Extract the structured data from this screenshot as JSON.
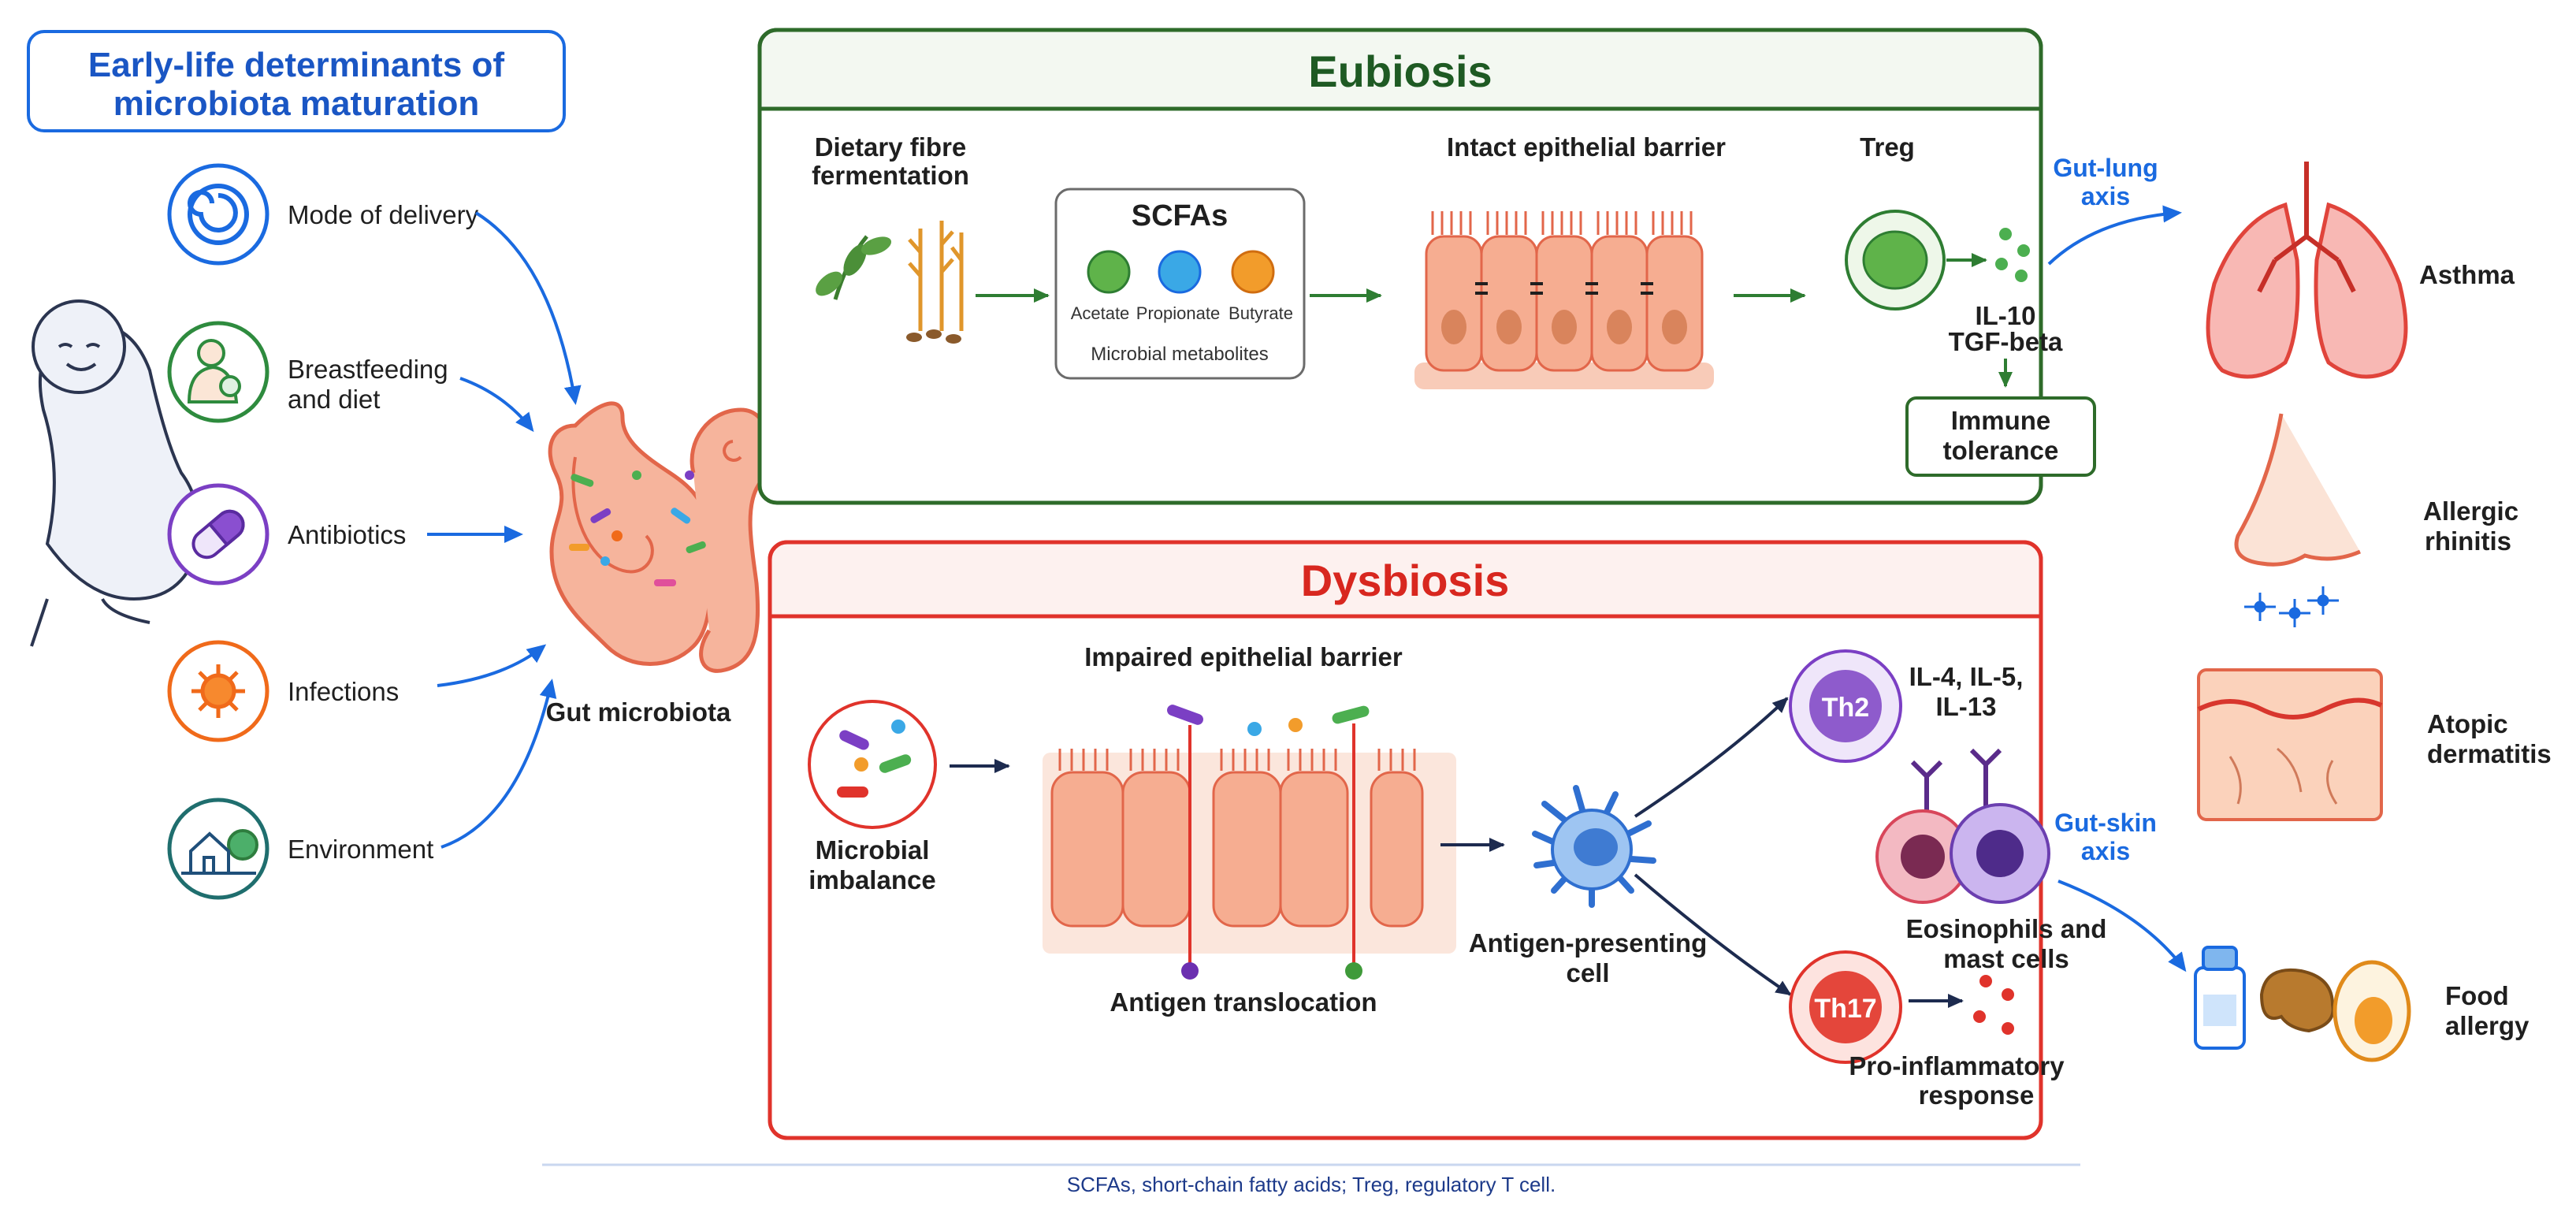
{
  "title": {
    "line1": "Early-life determinants of",
    "line2": "microbiota maturation"
  },
  "determinants": [
    {
      "label_line1": "Mode of delivery",
      "label_line2": "",
      "icon": "spiral-icon",
      "color": "#1a6ae0"
    },
    {
      "label_line1": "Breastfeeding",
      "label_line2": "and diet",
      "icon": "mother-baby-icon",
      "color": "#2e8b3e"
    },
    {
      "label_line1": "Antibiotics",
      "label_line2": "",
      "icon": "pill-icon",
      "color": "#7b3fc4"
    },
    {
      "label_line1": "Infections",
      "label_line2": "",
      "icon": "virus-icon",
      "color": "#f06a1a"
    },
    {
      "label_line1": "Environment",
      "label_line2": "",
      "icon": "house-tree-icon",
      "color": "#1f6e6e"
    }
  ],
  "gut": {
    "label": "Gut microbiota"
  },
  "eubiosis": {
    "title": "Eubiosis",
    "color": "#2e6b2a",
    "fibre_line1": "Dietary fibre",
    "fibre_line2": "fermentation",
    "scfa_title": "SCFAs",
    "scfa_items": [
      {
        "name": "Acetate",
        "color": "#5fb34a"
      },
      {
        "name": "Propionate",
        "color": "#3aa8e6"
      },
      {
        "name": "Butyrate",
        "color": "#f29c2b"
      }
    ],
    "scfa_caption": "Microbial metabolites",
    "barrier_label": "Intact epithelial barrier",
    "treg_label": "Treg",
    "cytokine_line1": "IL-10",
    "cytokine_line2": "TGF-beta",
    "tolerance_line1": "Immune",
    "tolerance_line2": "tolerance"
  },
  "dysbiosis": {
    "title": "Dysbiosis",
    "color": "#e0332b",
    "imbalance_line1": "Microbial",
    "imbalance_line2": "imbalance",
    "barrier_label": "Impaired epithelial barrier",
    "translocation_label": "Antigen translocation",
    "apc_line1": "Antigen-presenting",
    "apc_line2": "cell",
    "th2_label": "Th2",
    "th2_cytokines_line1": "IL-4, IL-5,",
    "th2_cytokines_line2": "IL-13",
    "granulocytes_line1": "Eosinophils and",
    "granulocytes_line2": "mast cells",
    "th17_label": "Th17",
    "response_line1": "Pro-inflammatory",
    "response_line2": "response"
  },
  "axes": {
    "lung_line1": "Gut-lung",
    "lung_line2": "axis",
    "skin_line1": "Gut-skin",
    "skin_line2": "axis",
    "color": "#1a6ae0"
  },
  "diseases": [
    {
      "line1": "Asthma",
      "line2": "",
      "icon": "lungs-icon"
    },
    {
      "line1": "Allergic",
      "line2": "rhinitis",
      "icon": "nose-icon"
    },
    {
      "line1": "Atopic",
      "line2": "dermatitis",
      "icon": "skin-icon"
    },
    {
      "line1": "Food",
      "line2": "allergy",
      "icon": "food-icon"
    }
  ],
  "footnote": "SCFAs, short-chain fatty acids; Treg, regulatory T cell."
}
